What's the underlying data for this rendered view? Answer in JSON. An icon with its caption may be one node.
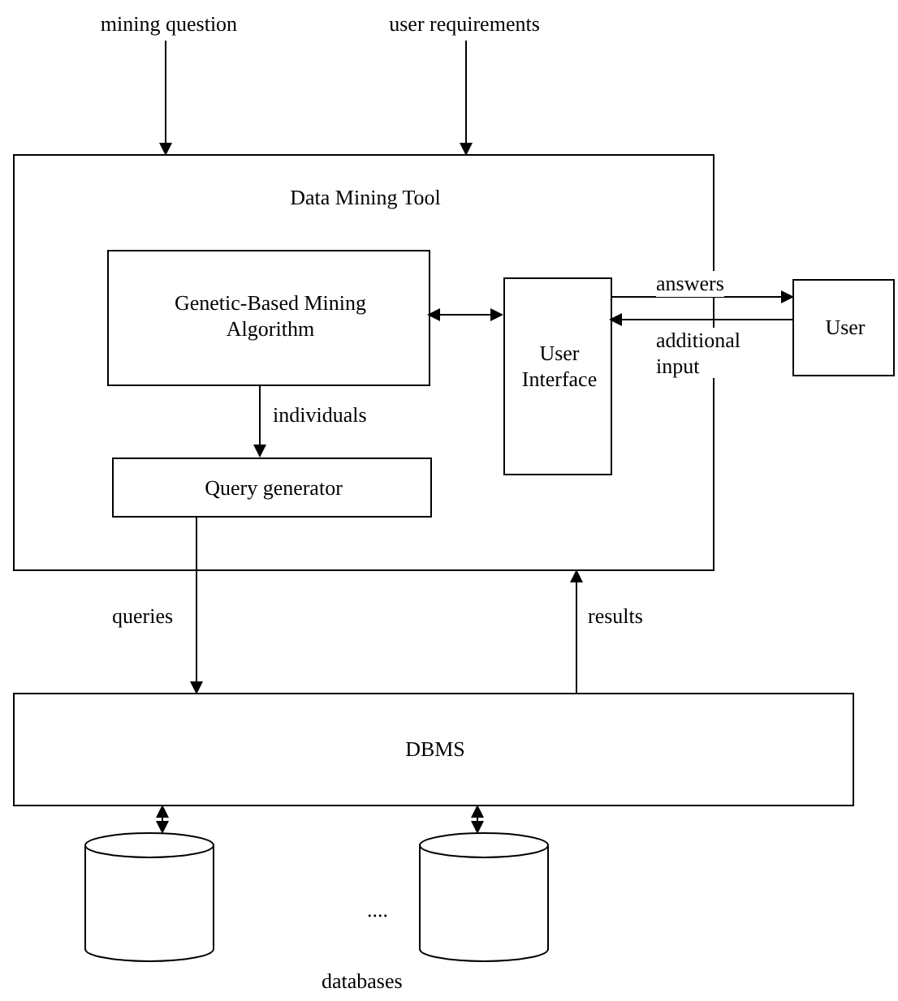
{
  "diagram": {
    "nodes": [
      {
        "text": [
          "mining question"
        ]
      },
      {
        "text": [
          "user requirements"
        ]
      },
      {
        "text": [
          "Data Mining Tool"
        ]
      },
      {
        "text": [
          "Genetic-Based Mining Algorithm"
        ],
        "in": 2
      },
      {
        "text": [
          "User Interface"
        ],
        "in": 2
      },
      {
        "text": [
          "Query generator"
        ],
        "in": 2
      },
      {
        "text": [
          "User"
        ]
      },
      {
        "text": [
          "DBMS"
        ]
      },
      {
        "text": [],
        "shape": "cylinder"
      },
      {
        "text": [],
        "shape": "cylinder"
      }
    ],
    "edges": [
      {
        "from": 0,
        "to": 2,
        "arrow": "to"
      },
      {
        "from": 1,
        "to": 2,
        "arrow": "to"
      },
      {
        "from": 3,
        "to": 4,
        "arrow": "both"
      },
      {
        "from": 3,
        "to": 5,
        "arrow": "to",
        "label": "individuals"
      },
      {
        "from": 4,
        "to": 6,
        "arrow": "to",
        "label": "answers"
      },
      {
        "from": 6,
        "to": 4,
        "arrow": "to",
        "label": "additional input"
      },
      {
        "from": 5,
        "to": 7,
        "arrow": "to",
        "label": "queries"
      },
      {
        "from": 7,
        "to": 2,
        "arrow": "to",
        "label": "results"
      },
      {
        "from": 7,
        "to": 8,
        "arrow": "both"
      },
      {
        "from": 7,
        "to": 9,
        "arrow": "both"
      }
    ],
    "labels": [
      "....",
      "databases"
    ]
  }
}
